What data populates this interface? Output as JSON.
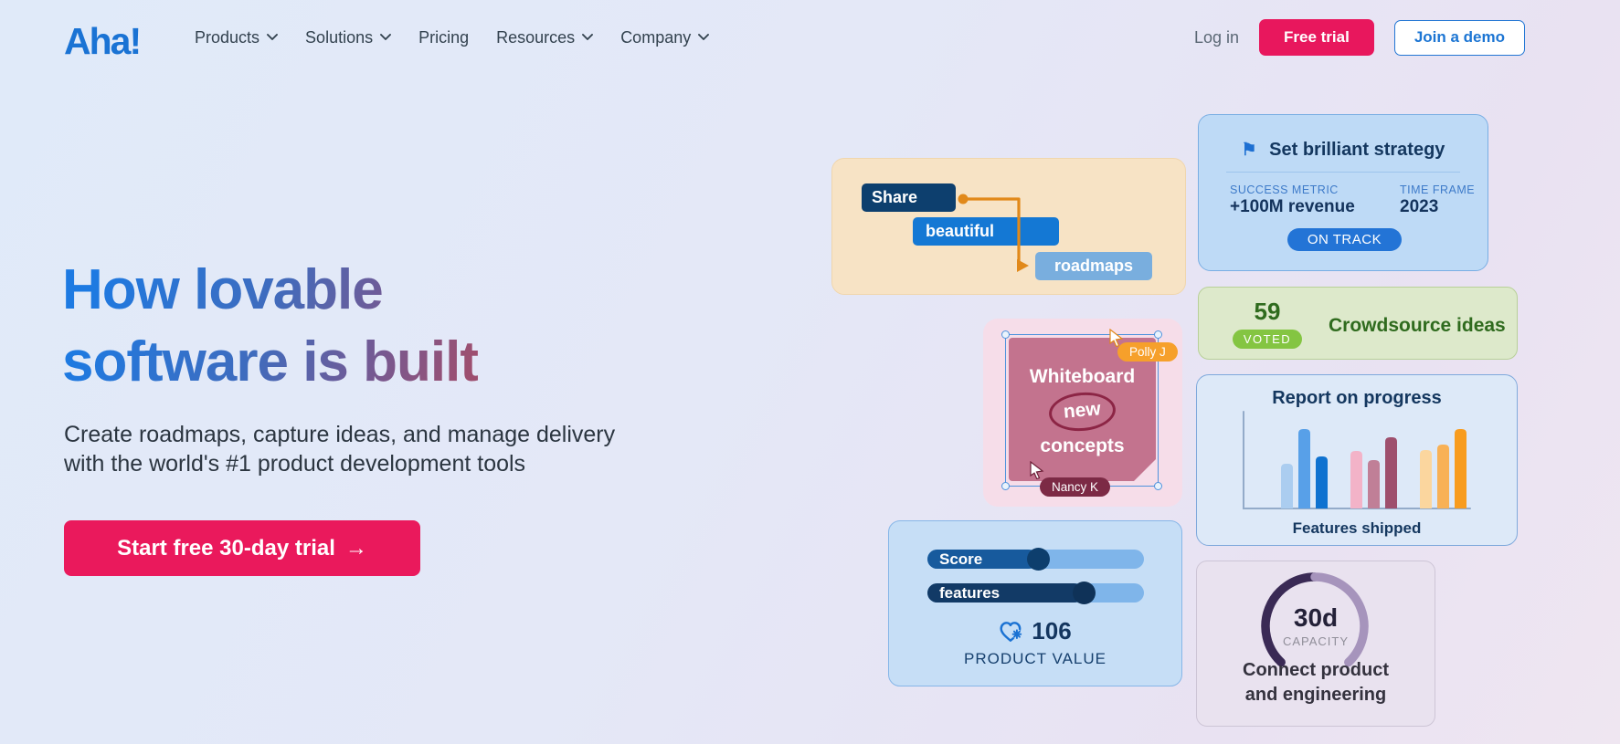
{
  "header": {
    "logo": "Aha!",
    "nav_items": [
      {
        "label": "Products",
        "dropdown": true
      },
      {
        "label": "Solutions",
        "dropdown": true
      },
      {
        "label": "Pricing",
        "dropdown": false
      },
      {
        "label": "Resources",
        "dropdown": true
      },
      {
        "label": "Company",
        "dropdown": true
      }
    ],
    "login_label": "Log in",
    "free_trial_label": "Free trial",
    "join_demo_label": "Join a demo"
  },
  "hero": {
    "title_line1": "How lovable",
    "title_line2": "software is built",
    "subtitle_line1": "Create roadmaps, capture ideas, and manage delivery",
    "subtitle_line2": "with the world's #1 product development tools",
    "cta_label": "Start free 30-day trial",
    "cta_arrow": "→"
  },
  "roadmap_card": {
    "bar1": "Share",
    "bar2": "beautiful",
    "bar3": "roadmaps"
  },
  "whiteboard_card": {
    "line1": "Whiteboard",
    "line2": "new",
    "line3": "concepts",
    "cursor_top": "Polly J",
    "cursor_bottom": "Nancy K"
  },
  "strategy_card": {
    "flag_icon": "⚑",
    "title": "Set brilliant strategy",
    "metric_label": "SUCCESS METRIC",
    "metric_value": "+100M revenue",
    "timeframe_label": "TIME FRAME",
    "timeframe_value": "2023",
    "status": "ON TRACK"
  },
  "ideas_card": {
    "count": "59",
    "voted_label": "VOTED",
    "title": "Crowdsource ideas"
  },
  "report_card": {
    "title": "Report on progress",
    "caption": "Features shipped",
    "chart_data": {
      "type": "bar",
      "title": "Report on progress",
      "xlabel": "Features shipped",
      "ylim": [
        0,
        100
      ],
      "grid": false,
      "groups": [
        {
          "colors": [
            "#abcdf0",
            "#58a0e8",
            "#0f72d0"
          ],
          "values": [
            49,
            87,
            57
          ]
        },
        {
          "colors": [
            "#f3b3c8",
            "#c07f97",
            "#9e4f6d"
          ],
          "values": [
            63,
            53,
            78
          ]
        },
        {
          "colors": [
            "#fbd69e",
            "#f8b156",
            "#f89c1e"
          ],
          "values": [
            64,
            70,
            87
          ]
        }
      ]
    }
  },
  "sliders_card": {
    "sliders": [
      {
        "label": "Score",
        "percent": 51
      },
      {
        "label": "features",
        "percent": 72
      }
    ],
    "value": "106",
    "caption": "PRODUCT VALUE"
  },
  "capacity_card": {
    "value": "30d",
    "label": "CAPACITY",
    "caption_line1": "Connect product",
    "caption_line2": "and engineering"
  },
  "colors": {
    "accent_pink": "#e8175d",
    "brand_blue": "#1a73d4"
  }
}
